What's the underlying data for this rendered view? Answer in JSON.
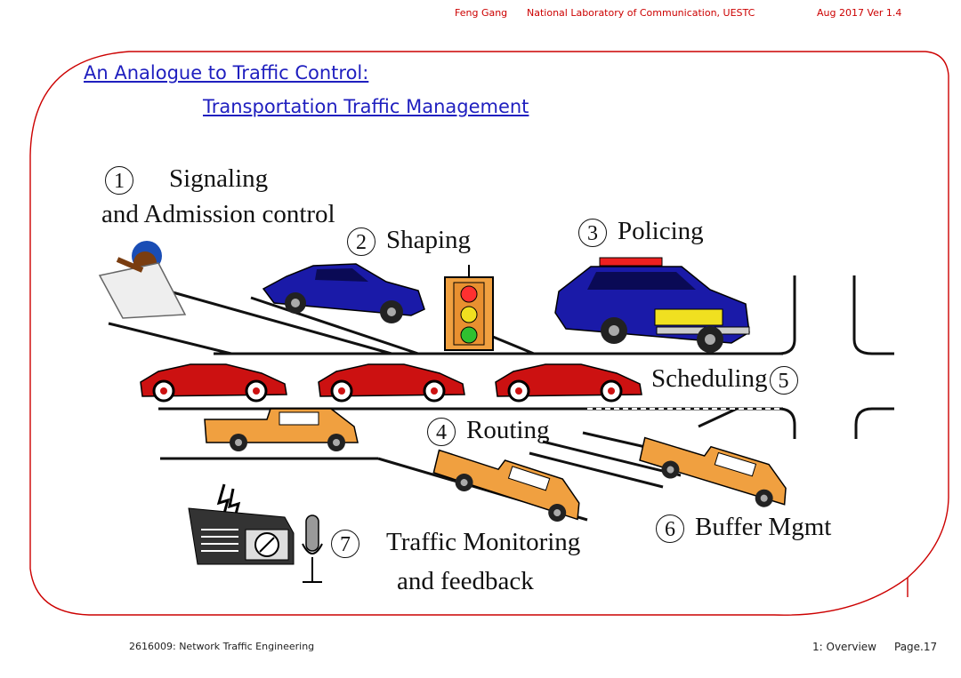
{
  "header": {
    "author": "Feng Gang",
    "affiliation": "National Laboratory of Communication, UESTC",
    "version": "Aug 2017 Ver 1.4"
  },
  "title": {
    "line1": "An Analogue to Traffic Control:",
    "line2": "Transportation Traffic Management"
  },
  "labels": {
    "signaling": {
      "num": "1",
      "line1": "Signaling",
      "line2": "and Admission control"
    },
    "shaping": {
      "num": "2",
      "text": "Shaping"
    },
    "policing": {
      "num": "3",
      "text": "Policing"
    },
    "scheduling": {
      "num": "5",
      "text": "Scheduling"
    },
    "routing": {
      "num": "4",
      "text": "Routing"
    },
    "buffer": {
      "num": "6",
      "text": "Buffer Mgmt"
    },
    "monitoring": {
      "num": "7",
      "line1": "Traffic Monitoring",
      "line2": "and feedback"
    }
  },
  "footer": {
    "course": "2616009: Network Traffic Engineering",
    "section": "1: Overview",
    "page": "Page.17"
  },
  "colors": {
    "red_car": "#cc1111",
    "blue_car": "#1a1aa8",
    "truck": "#f0a040",
    "title": "#1f1fbf",
    "frame": "#cc0000"
  }
}
